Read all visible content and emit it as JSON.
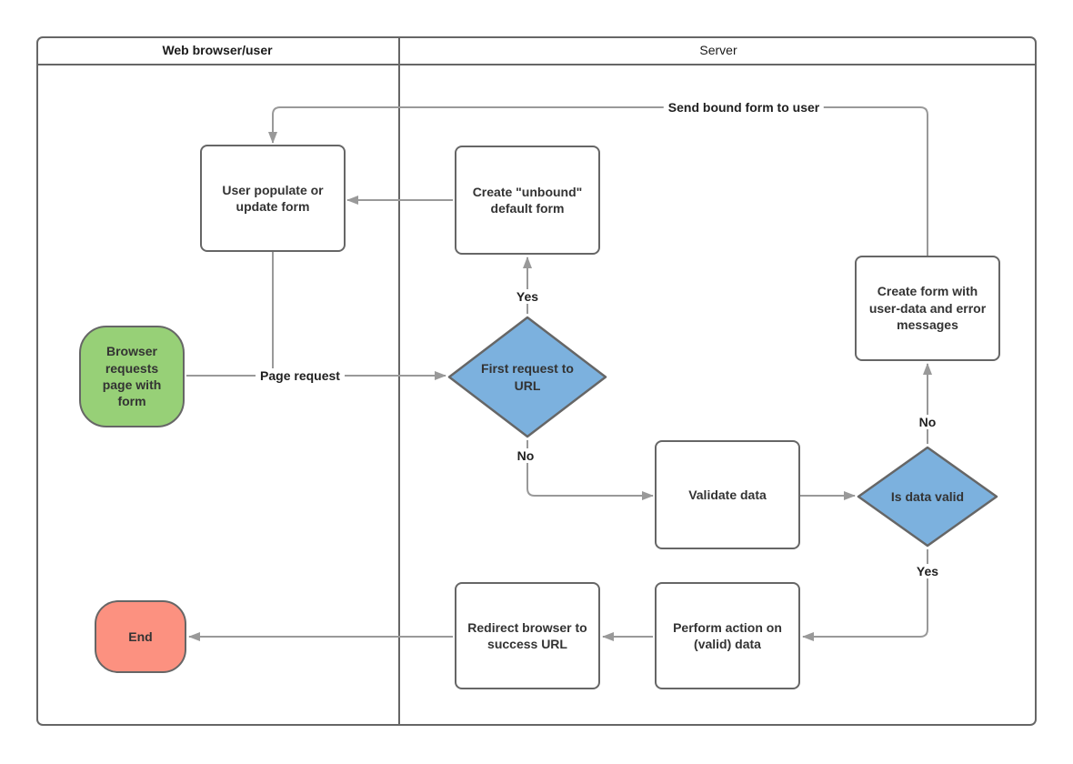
{
  "diagram": {
    "type": "flowchart-swimlane",
    "lanes": [
      {
        "id": "browser",
        "title": "Web browser/user"
      },
      {
        "id": "server",
        "title": "Server"
      }
    ],
    "nodes": {
      "start": {
        "label": "Browser requests page with form",
        "shape": "start"
      },
      "user_populate": {
        "label": "User populate or update form",
        "shape": "process"
      },
      "create_unbound": {
        "label": "Create \"unbound\" default form",
        "shape": "process"
      },
      "first_request": {
        "label": "First request to URL",
        "shape": "decision"
      },
      "validate": {
        "label": "Validate data",
        "shape": "process"
      },
      "is_valid": {
        "label": "Is data valid",
        "shape": "decision"
      },
      "create_form_errors": {
        "label": "Create form with user-data and error messages",
        "shape": "process"
      },
      "perform_action": {
        "label": "Perform action on (valid) data",
        "shape": "process"
      },
      "redirect": {
        "label": "Redirect browser to success URL",
        "shape": "process"
      },
      "end": {
        "label": "End",
        "shape": "end"
      }
    },
    "edge_labels": {
      "page_request": "Page request",
      "first_yes": "Yes",
      "first_no": "No",
      "send_bound": "Send bound form to user",
      "valid_no": "No",
      "valid_yes": "Yes"
    },
    "colors": {
      "process_fill": "#FFFFFF",
      "decision_fill": "#7CB1DE",
      "start_fill": "#97D077",
      "end_fill": "#FC9180",
      "shape_border": "#666666",
      "connector": "#999999",
      "text": "#333333"
    }
  }
}
